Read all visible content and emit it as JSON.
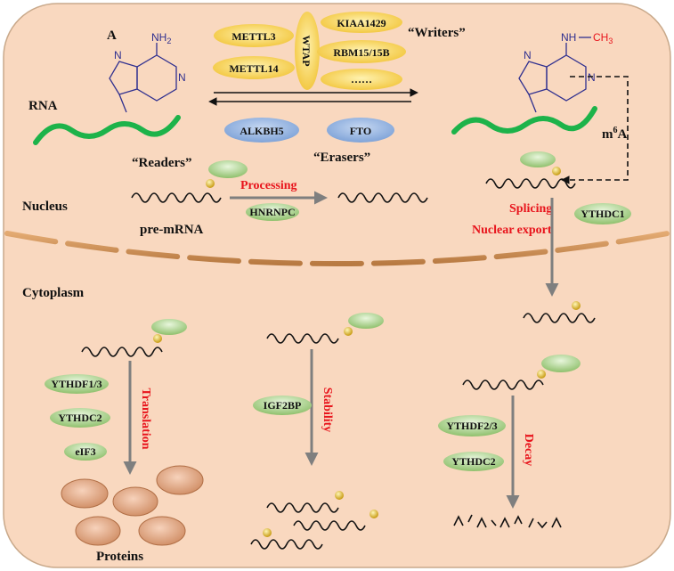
{
  "labels": {
    "panel": "A",
    "rna": "RNA",
    "nucleus": "Nucleus",
    "cytoplasm": "Cytoplasm",
    "pre_mrna": "pre-mRNA",
    "proteins": "Proteins",
    "m6a_base": "m",
    "m6a_sup": "6",
    "m6a_tail": "A"
  },
  "groups": {
    "writers": "“Writers”",
    "erasers": "“Erasers”",
    "readers": "“Readers”"
  },
  "writers": {
    "mettl3": "METTL3",
    "mettl14": "METTL14",
    "wtap": "WTAP",
    "kiaa1429": "KIAA1429",
    "rbm15": "RBM15/15B",
    "more": "……"
  },
  "erasers": {
    "alkbh5": "ALKBH5",
    "fto": "FTO"
  },
  "readers": {
    "hnrnpc": "HNRNPC",
    "ythdc1": "YTHDC1",
    "ythdf13": "YTHDF1/3",
    "ythdc2a": "YTHDC2",
    "eif3": "eIF3",
    "igf2bp": "IGF2BP",
    "ythdf23": "YTHDF2/3",
    "ythdc2b": "YTHDC2"
  },
  "processes": {
    "processing": "Processing",
    "splicing": "Splicing",
    "nuclear_export": "Nuclear export",
    "translation": "Translation",
    "stability": "Stability",
    "decay": "Decay"
  },
  "chem": {
    "nh2": "NH",
    "nh2_sub": "2",
    "n": "N",
    "nh": "NH",
    "ch3": "CH",
    "ch3_sub": "3"
  },
  "colors": {
    "background": "#f9d8bf",
    "border": "#c9a98b",
    "writer_pill": "#f5cf4d",
    "eraser_pill": "#8fb1df",
    "reader_pill": "#a8d08d",
    "rna_strand": "#1db34a",
    "membrane": "#c98d53",
    "protein": "#d9a07c",
    "arrow": "#7f7f7f",
    "process_text": "#e8141c",
    "methyl": "#e8141c"
  }
}
